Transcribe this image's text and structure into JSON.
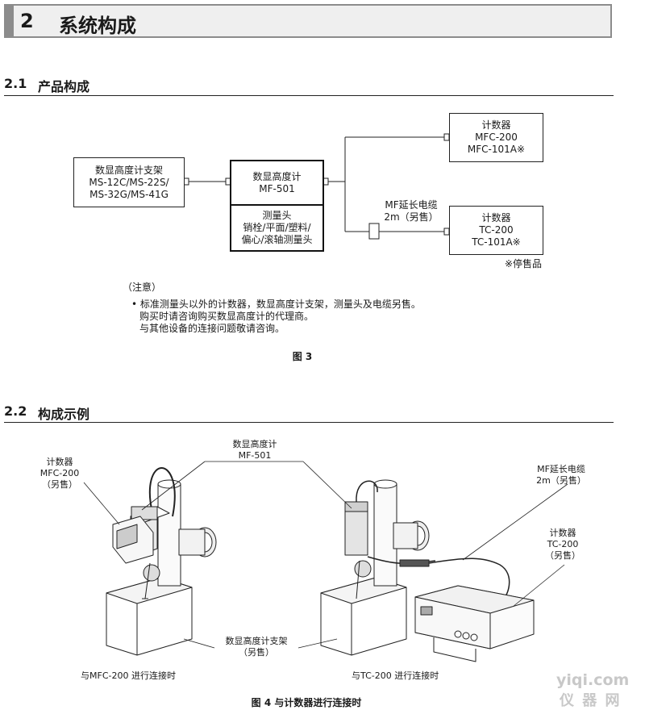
{
  "chapter": {
    "number": "2",
    "title": "系统构成"
  },
  "section1": {
    "number": "2.1",
    "title": "产品构成"
  },
  "diagram": {
    "stand_box": [
      "数显高度计支架",
      "MS-12C/MS-22S/",
      "MS-32G/MS-41G"
    ],
    "gauge_box": [
      "数显高度计",
      "MF-501"
    ],
    "head_box": [
      "测量头",
      "销栓/平面/塑料/",
      "偏心/滚轴测量头"
    ],
    "counter1_box": [
      "计数器",
      "MFC-200",
      "MFC-101A※"
    ],
    "counter2_box": [
      "计数器",
      "TC-200",
      "TC-101A※"
    ],
    "cable_label": [
      "MF延长电缆",
      "2m（另售）"
    ],
    "discontinued": "※停售品"
  },
  "notes": {
    "heading": "（注意）",
    "lines": [
      "• 标准测量头以外的计数器，数显高度计支架，测量头及电缆另售。",
      "购买时请咨询购买数显高度计的代理商。",
      "与其他设备的连接问题敬请咨询。"
    ]
  },
  "fig3_caption": "图 3",
  "section2": {
    "number": "2.2",
    "title": "构成示例"
  },
  "illustration": {
    "counter_mfc": [
      "计数器",
      "MFC-200",
      "（另售）"
    ],
    "gauge": [
      "数显高度计",
      "MF-501"
    ],
    "cable": [
      "MF延长电缆",
      "2m（另售）"
    ],
    "counter_tc": [
      "计数器",
      "TC-200",
      "（另售）"
    ],
    "stand": [
      "数显高度计支架",
      "（另售）"
    ],
    "left_caption": "与MFC-200 进行连接时",
    "right_caption": "与TC-200 进行连接时"
  },
  "fig4_caption": "图 4  与计数器进行连接时",
  "watermark": {
    "line1": "yiqi.com",
    "line2": "仪 器 网"
  }
}
